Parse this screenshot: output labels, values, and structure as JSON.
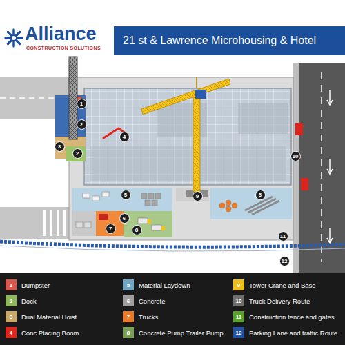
{
  "diagram": {
    "title": "21 st & Lawrence Microhousing & Hotel",
    "labels": [
      "Alliance",
      "CONSTRUCTION SOLUTIONS",
      "1",
      "2",
      "3",
      "2",
      "4",
      "5",
      "5",
      "6",
      "7",
      "8",
      "9",
      "10",
      "11",
      "12",
      "1",
      "2",
      "3",
      "4",
      "5",
      "6",
      "7",
      "8",
      "9",
      "10",
      "11",
      "12"
    ],
    "legend": [
      {
        "text": "Dumpster",
        "color": "#d9574f"
      },
      {
        "text": "Dock",
        "color": "#8fb85c"
      },
      {
        "text": "Dual Material Hoist",
        "color": "#c9a86a"
      },
      {
        "text": "Conc Placing Boom",
        "color": "#e0261f"
      },
      {
        "text": "Material Laydown",
        "color": "#6fa6c6"
      },
      {
        "text": "Concrete",
        "color": "#9e9e9e"
      },
      {
        "text": "Trucks",
        "color": "#e97a2a"
      },
      {
        "text": "Concrete Pump Trailer Pump",
        "color": "#7a9e58"
      },
      {
        "text": "Tower Crane and Base",
        "color": "#efbf1c"
      },
      {
        "text": "Truck Delivery Route",
        "color": "#6e6e6e"
      },
      {
        "text": "Construction fence and gates",
        "color": "#5aa02c"
      },
      {
        "text": "Parking Lane and traffic Route",
        "color": "#2452a3"
      }
    ]
  }
}
